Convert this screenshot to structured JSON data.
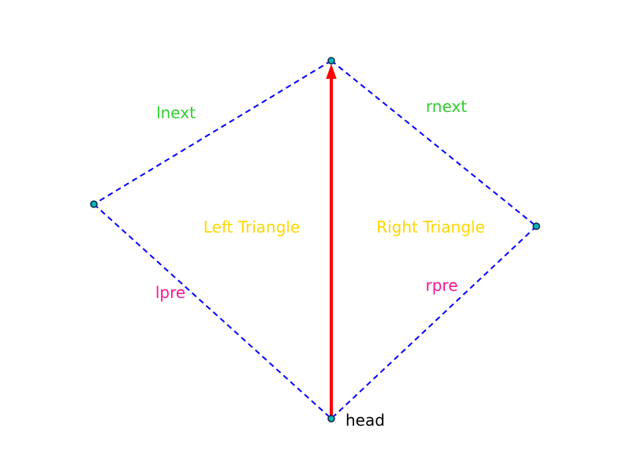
{
  "diagram": {
    "background": "#ffffff",
    "labels": {
      "lnext": "lnext",
      "rnext": "rnext",
      "lpre": "lpre",
      "rpre": "rpre",
      "left_triangle": "Left Triangle",
      "right_triangle": "Right Triangle",
      "head": "head"
    },
    "colors": {
      "dashed_edge": "#0000ff",
      "arrow": "#ff0000",
      "next_label": "#32cd32",
      "pre_label": "#ff1493",
      "triangle_label": "#ffd700",
      "head_label": "#000000",
      "node_fill": "#00b7b7",
      "node_edge": "#13294b"
    },
    "nodes": [
      {
        "position": "top"
      },
      {
        "position": "left"
      },
      {
        "position": "right"
      },
      {
        "position": "bottom",
        "label": "head"
      }
    ],
    "edges": [
      {
        "label": "lnext",
        "style": "dashed",
        "label_color": "#32cd32",
        "between": [
          "top",
          "left"
        ]
      },
      {
        "label": "rnext",
        "style": "dashed",
        "label_color": "#32cd32",
        "between": [
          "top",
          "right"
        ]
      },
      {
        "label": "lpre",
        "style": "dashed",
        "label_color": "#ff1493",
        "between": [
          "left",
          "bottom"
        ]
      },
      {
        "label": "rpre",
        "style": "dashed",
        "label_color": "#ff1493",
        "between": [
          "right",
          "bottom"
        ]
      },
      {
        "label": "",
        "style": "solid-arrow-up",
        "color": "#ff0000",
        "between": [
          "bottom",
          "top"
        ]
      }
    ],
    "regions": [
      {
        "label": "Left Triangle",
        "label_color": "#ffd700"
      },
      {
        "label": "Right Triangle",
        "label_color": "#ffd700"
      }
    ]
  }
}
